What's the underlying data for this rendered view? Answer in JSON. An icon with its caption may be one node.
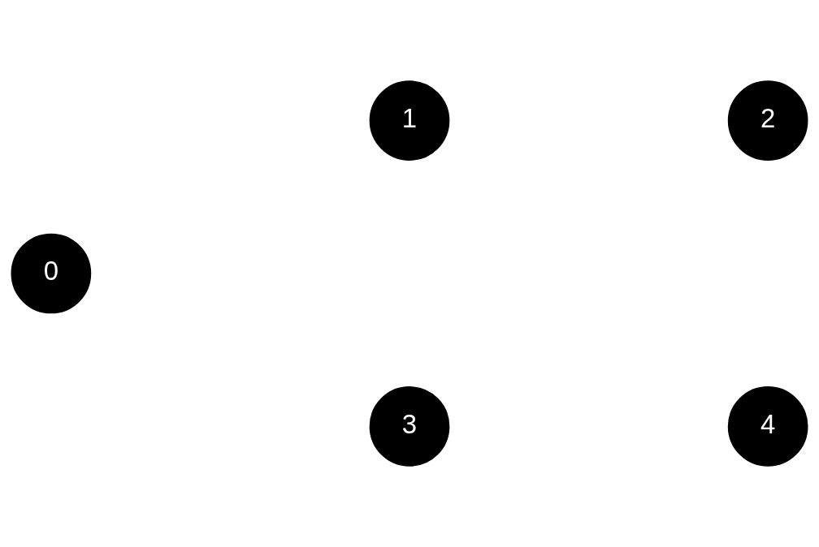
{
  "diagram": {
    "nodes": [
      {
        "text": [
          "0"
        ]
      },
      {
        "text": [
          "1"
        ]
      },
      {
        "text": [
          "2"
        ]
      },
      {
        "text": [
          "3"
        ]
      },
      {
        "text": [
          "4"
        ]
      }
    ],
    "edges": []
  }
}
